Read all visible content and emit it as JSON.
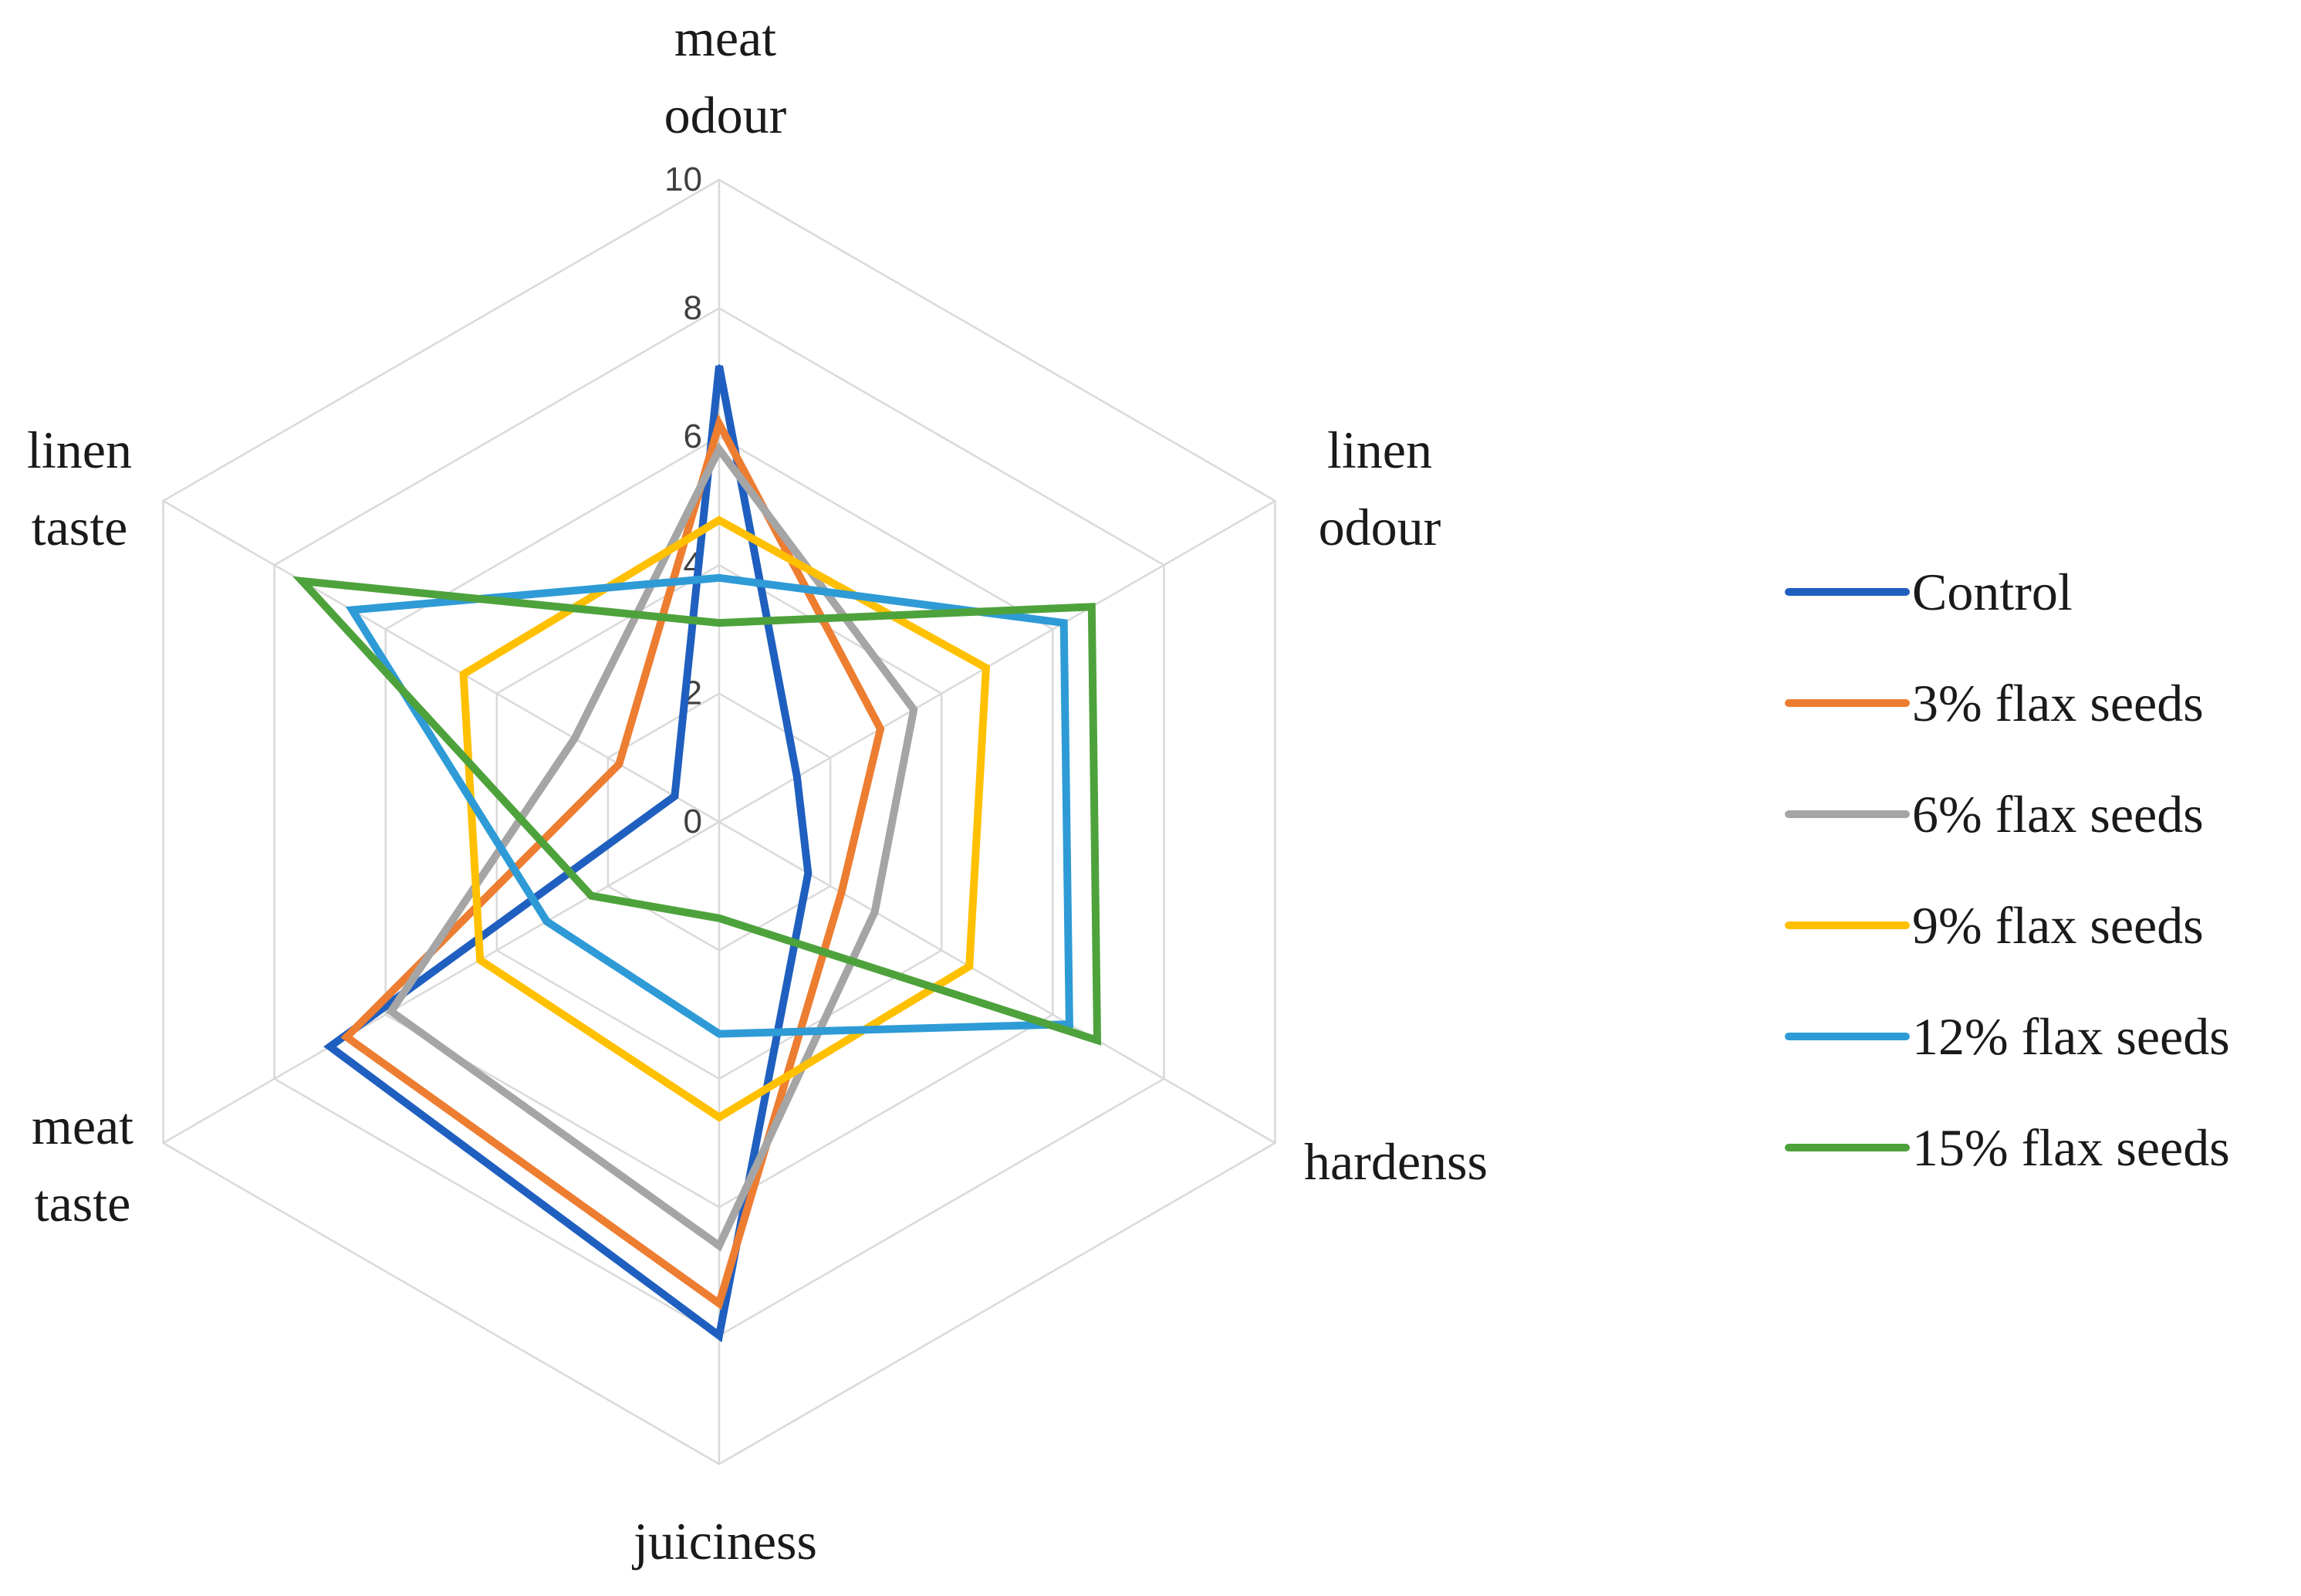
{
  "chart_data": {
    "type": "radar",
    "axes": [
      {
        "lines": [
          "meat",
          "odour"
        ]
      },
      {
        "lines": [
          "linen",
          "odour"
        ]
      },
      {
        "lines": [
          "hardenss"
        ]
      },
      {
        "lines": [
          "juiciness"
        ]
      },
      {
        "lines": [
          "meat",
          "taste"
        ]
      },
      {
        "lines": [
          "linen",
          "taste"
        ]
      }
    ],
    "ticks": [
      "0",
      "2",
      "4",
      "6",
      "8",
      "10"
    ],
    "rlim": [
      0,
      10
    ],
    "grid": true,
    "legend_position": "right",
    "series": [
      {
        "name": "Control",
        "color": "#1f5fbf",
        "values": [
          7.1,
          1.4,
          1.6,
          8.0,
          7.0,
          0.8
        ]
      },
      {
        "name": "3% flax seeds",
        "color": "#ed7d31",
        "values": [
          6.2,
          2.9,
          2.2,
          7.5,
          6.7,
          1.8
        ]
      },
      {
        "name": "6% flax seeds",
        "color": "#a5a5a5",
        "values": [
          5.8,
          3.5,
          2.8,
          6.6,
          5.9,
          2.6
        ]
      },
      {
        "name": "9% flax seeds",
        "color": "#ffc000",
        "values": [
          4.7,
          4.8,
          4.5,
          4.6,
          4.3,
          4.6
        ]
      },
      {
        "name": "12% flax seeds",
        "color": "#2e9bd6",
        "values": [
          3.8,
          6.2,
          6.3,
          3.3,
          3.1,
          6.6
        ]
      },
      {
        "name": "15% flax seeds",
        "color": "#4ea23c",
        "values": [
          3.1,
          6.7,
          6.8,
          1.5,
          2.3,
          7.5
        ]
      }
    ]
  }
}
